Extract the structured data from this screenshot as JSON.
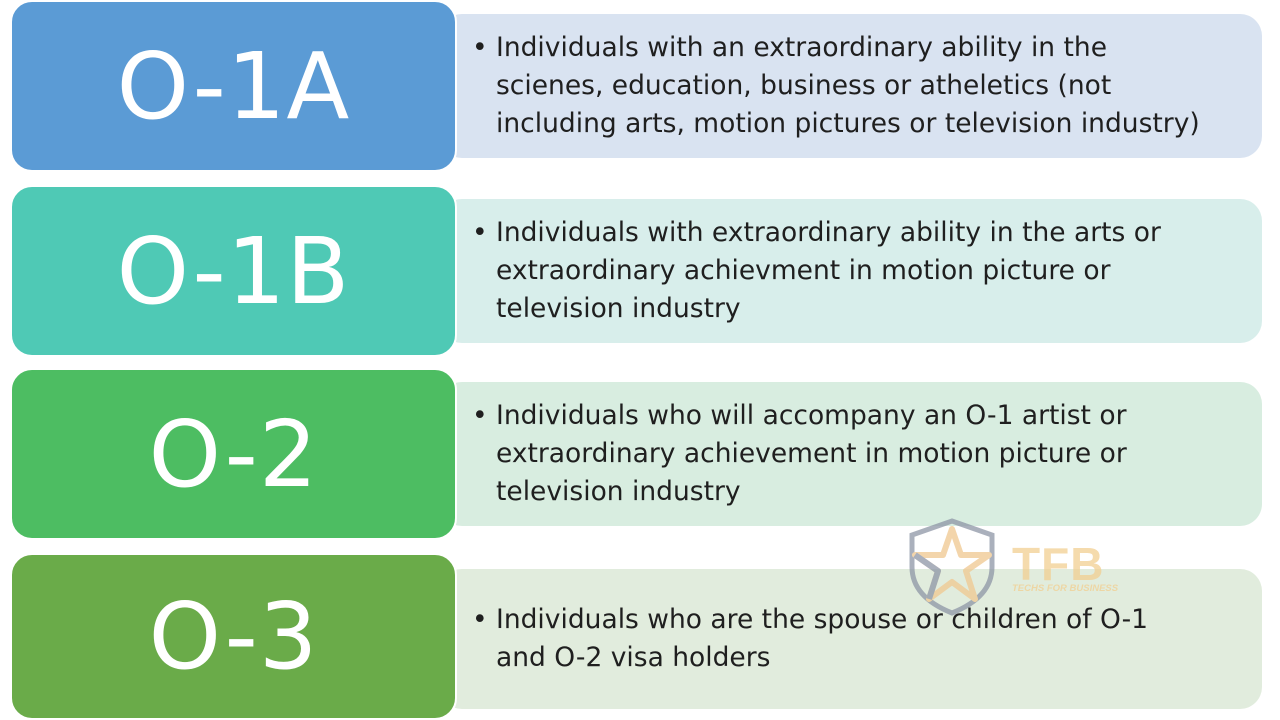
{
  "colors": {
    "o1a_label": "#5b9bd5",
    "o1a_desc": "#d9e3f1",
    "o1b_label": "#4fc9b5",
    "o1b_desc": "#d8eeeb",
    "o2_label": "#4dbd62",
    "o2_desc": "#d8ede0",
    "o3_label": "#6aab49",
    "o3_desc": "#e1ecdd",
    "watermark": "#f2cf92"
  },
  "bullet_glyph": "•",
  "categories": [
    {
      "label": "O-1A",
      "lines": [
        "Individuals with an extraordinary ability in the",
        "scienes, education, business or atheletics (not",
        "including arts, motion pictures or television industry)"
      ]
    },
    {
      "label": "O-1B",
      "lines": [
        "Individuals with extraordinary ability in the arts or",
        "extraordinary achievment in motion picture or",
        "television industry"
      ]
    },
    {
      "label": "O-2",
      "lines": [
        "Individuals who will accompany an O-1 artist or",
        "extraordinary achievement in motion picture or",
        "television industry"
      ]
    },
    {
      "label": "O-3",
      "lines": [
        "Individuals who are the spouse or children of O-1",
        "and O-2 visa holders"
      ]
    }
  ],
  "watermark": {
    "title": "TFB",
    "subtitle": "TECHS FOR BUSINESS",
    "icon": "star-shield-icon"
  }
}
